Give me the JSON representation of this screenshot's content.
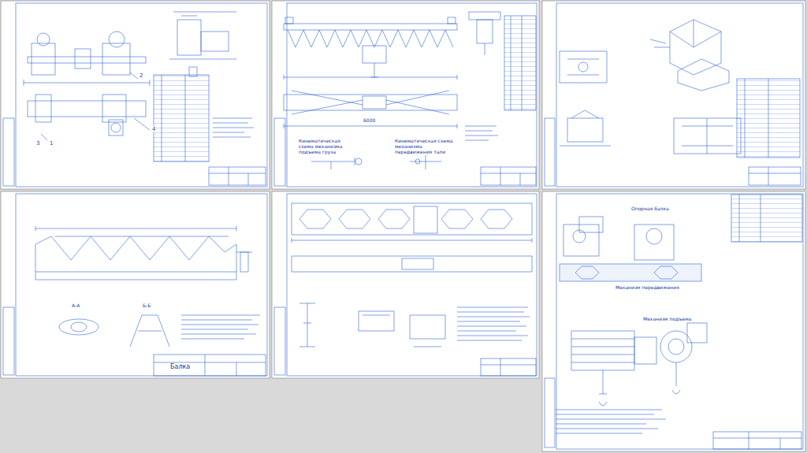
{
  "diagram": {
    "labels": [
      "Балка",
      "Кинематическая схема механизма подъема груза",
      "Кинематическая схема механизма передвижения тали",
      "А-А",
      "Б-Б",
      "1",
      "2",
      "3",
      "4",
      "6000",
      "Механизм подъема",
      "Механизм передвижения",
      "Опорная балка"
    ]
  }
}
